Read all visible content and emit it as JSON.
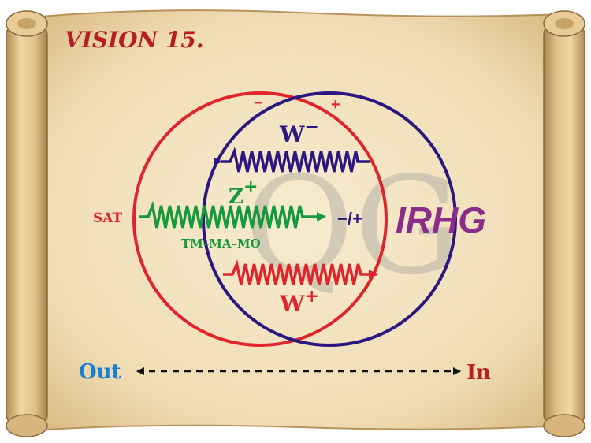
{
  "title": "VISION 15.",
  "labels": {
    "minus_top": "−",
    "plus_top": "+",
    "w_minus_letter": "W",
    "w_minus_sup": "−",
    "z_plus_letter": "Z",
    "z_plus_sup": "+",
    "sat": "SAT",
    "minus_plus": "−/+",
    "irhg": "IRHG",
    "tm_ma_mo": "TM–MA–MO",
    "w_plus_letter": "W",
    "w_plus_sup": "+",
    "watermark": "QG",
    "out": "Out",
    "in": "In"
  },
  "colors": {
    "parchment": "#f1e2c0",
    "parchment_edge": "#c9a571",
    "roll": "#e6c894",
    "roll_shadow": "#a9824b",
    "red": "#e0242b",
    "navy": "#2a1780",
    "green": "#139a3a",
    "purple": "#8a2d8a",
    "blue": "#1a7fd4",
    "title": "#b41e24",
    "watermark": "#b7b1a6"
  }
}
